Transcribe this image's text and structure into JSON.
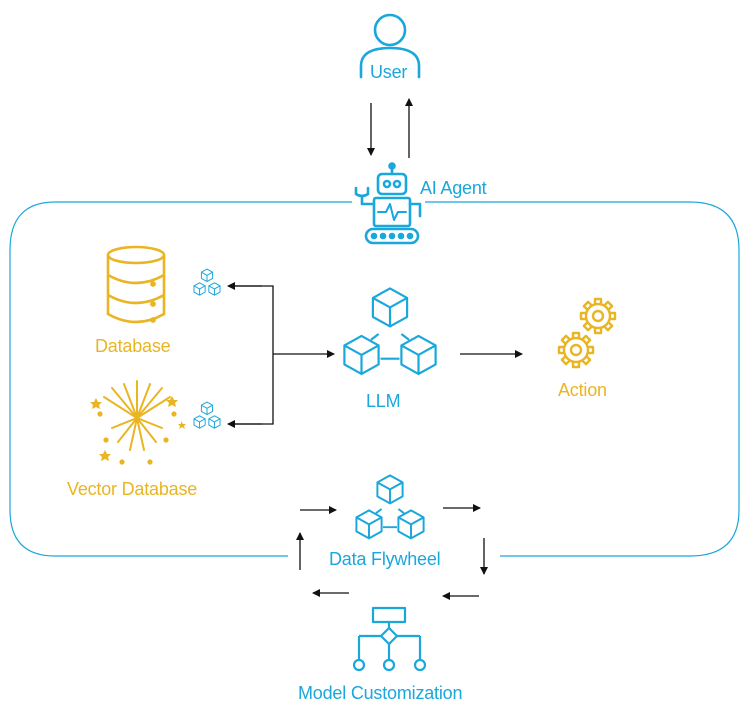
{
  "colors": {
    "blue": "#1aa7dc",
    "gold": "#e9b523",
    "arrow": "#111111"
  },
  "labels": {
    "user": "User",
    "agent": "AI Agent",
    "database": "Database",
    "vector_database": "Vector Database",
    "llm": "LLM",
    "action": "Action",
    "flywheel": "Data Flywheel",
    "customization": "Model Customization"
  },
  "icons": {
    "user": "person-icon",
    "agent": "robot-icon",
    "database": "database-cylinder-icon",
    "vector_database": "fireworks-icon",
    "llm": "cubes-network-icon",
    "action": "gears-icon",
    "flywheel": "cubes-network-icon",
    "customization": "flowchart-icon",
    "connector": "small-cubes-icon"
  }
}
